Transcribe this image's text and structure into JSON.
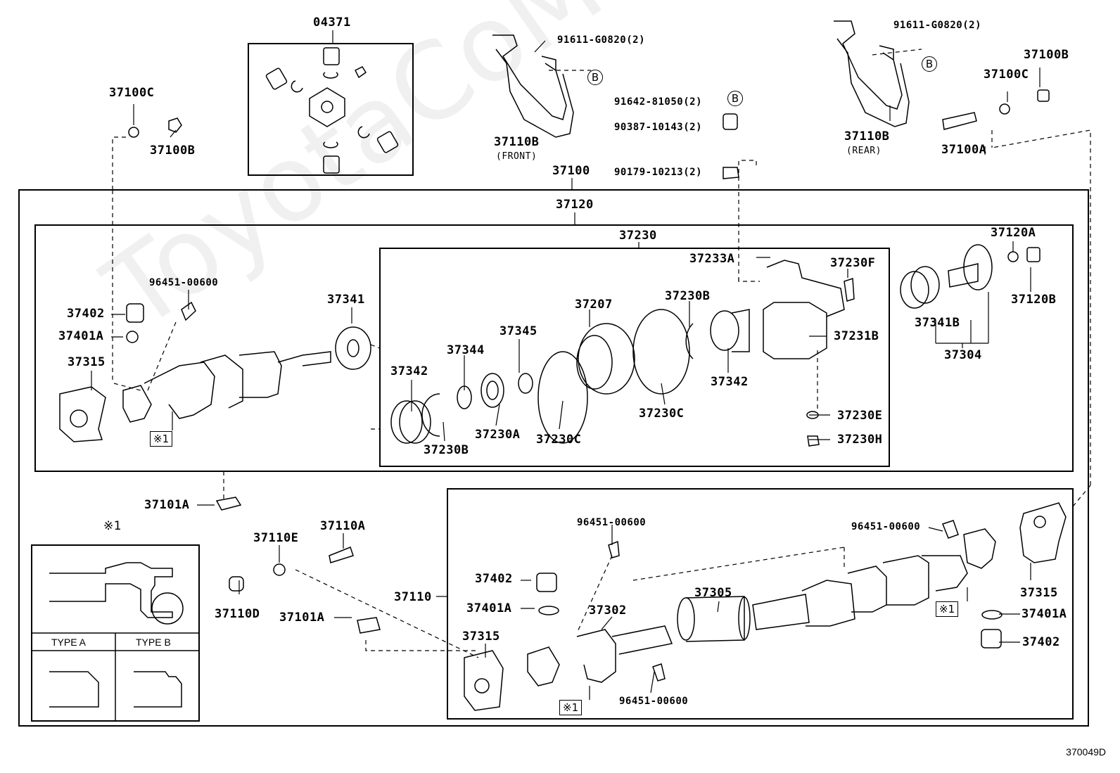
{
  "watermark": "ToyotaCoMine.ru",
  "diagram_ref": "370049D",
  "kit": {
    "label": "04371"
  },
  "assembly": {
    "label": "37100"
  },
  "front_shaft": {
    "label": "37120"
  },
  "center_bearing": {
    "label": "37230"
  },
  "rear_shaft": {
    "label": "37110"
  },
  "note_box": {
    "symbol": "※1",
    "type_a": "TYPE A",
    "type_b": "TYPE B"
  },
  "markers": {
    "b": "B",
    "note": "※1"
  },
  "labels": {
    "p37100C_l": "37100C",
    "p37100B_l": "37100B",
    "p91611_front": "91611-G0820(2)",
    "p37110B_front": "37110B",
    "front_tag": "(FRONT)",
    "p91642": "91642-81050(2)",
    "p90387": "90387-10143(2)",
    "p90179": "90179-10213(2)",
    "p91611_rear": "91611-G0820(2)",
    "p37110B_rear": "37110B",
    "rear_tag": "(REAR)",
    "p37100B_r": "37100B",
    "p37100C_r": "37100C",
    "p37100A": "37100A",
    "p96451_a": "96451-00600",
    "p37402_a": "37402",
    "p37401A_a": "37401A",
    "p37315_a": "37315",
    "p37341": "37341",
    "p37342_a": "37342",
    "p37344": "37344",
    "p37345": "37345",
    "p37207": "37207",
    "p37230B_a": "37230B",
    "p37233A": "37233A",
    "p37230F": "37230F",
    "p37231B": "37231B",
    "p37342_b": "37342",
    "p37230A": "37230A",
    "p37230C_a": "37230C",
    "p37230C_b": "37230C",
    "p37230B_b": "37230B",
    "p37230E": "37230E",
    "p37230H": "37230H",
    "p37120A": "37120A",
    "p37120B": "37120B",
    "p37341B": "37341B",
    "p37304": "37304",
    "p37101A_a": "37101A",
    "p37110E": "37110E",
    "p37110A": "37110A",
    "p37110D": "37110D",
    "p37101A_b": "37101A",
    "p96451_b": "96451-00600",
    "p37402_b": "37402",
    "p37401A_b": "37401A",
    "p37302": "37302",
    "p37305": "37305",
    "p96451_c": "96451-00600",
    "p37315_b": "37315",
    "p96451_d": "96451-00600",
    "p37315_c": "37315",
    "p37401A_c": "37401A",
    "p37402_c": "37402"
  }
}
